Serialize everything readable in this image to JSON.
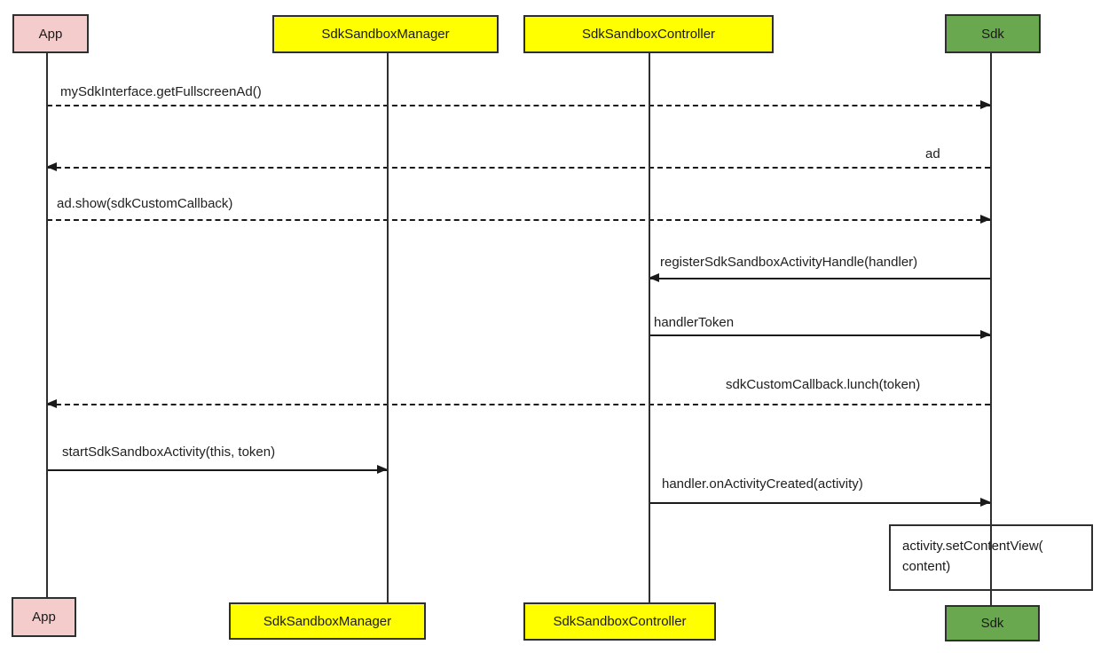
{
  "diagram": {
    "type": "uml-sequence-diagram",
    "background_color": "#ffffff",
    "line_color": "#1a1a1a",
    "text_color": "#212121"
  },
  "participants": [
    {
      "id": "app",
      "label": "App",
      "fill": "#f4cccc",
      "border": "#2f2f2f"
    },
    {
      "id": "sdk_sandbox_manager",
      "label": "SdkSandboxManager",
      "fill": "#ffff00",
      "border": "#2f2f2f"
    },
    {
      "id": "sdk_sandbox_controller",
      "label": "SdkSandboxController",
      "fill": "#ffff00",
      "border": "#2f2f2f"
    },
    {
      "id": "sdk",
      "label": "Sdk",
      "fill": "#6aa84f",
      "border": "#2f2f2f"
    }
  ],
  "messages": [
    {
      "label": "mySdkInterface.getFullscreenAd()",
      "from": "app",
      "to": "sdk",
      "line": "dashed",
      "direction": "right"
    },
    {
      "label": "ad",
      "from": "sdk",
      "to": "app",
      "line": "dashed",
      "direction": "left"
    },
    {
      "label": "ad.show(sdkCustomCallback)",
      "from": "app",
      "to": "sdk",
      "line": "dashed",
      "direction": "right"
    },
    {
      "label": "registerSdkSandboxActivityHandle(handler)",
      "from": "sdk",
      "to": "sdk_sandbox_controller",
      "line": "solid",
      "direction": "left"
    },
    {
      "label": "handlerToken",
      "from": "sdk_sandbox_controller",
      "to": "sdk",
      "line": "solid",
      "direction": "right"
    },
    {
      "label": "sdkCustomCallback.lunch(token)",
      "from": "sdk",
      "to": "app",
      "line": "dashed",
      "direction": "left"
    },
    {
      "label": "startSdkSandboxActivity(this, token)",
      "from": "app",
      "to": "sdk_sandbox_manager",
      "line": "solid",
      "direction": "right"
    },
    {
      "label": "handler.onActivityCreated(activity)",
      "from": "sdk_sandbox_controller",
      "to": "sdk",
      "line": "solid",
      "direction": "right"
    }
  ],
  "note": {
    "text": "activity.setContentView(\ncontent)",
    "attached_to": "sdk"
  }
}
